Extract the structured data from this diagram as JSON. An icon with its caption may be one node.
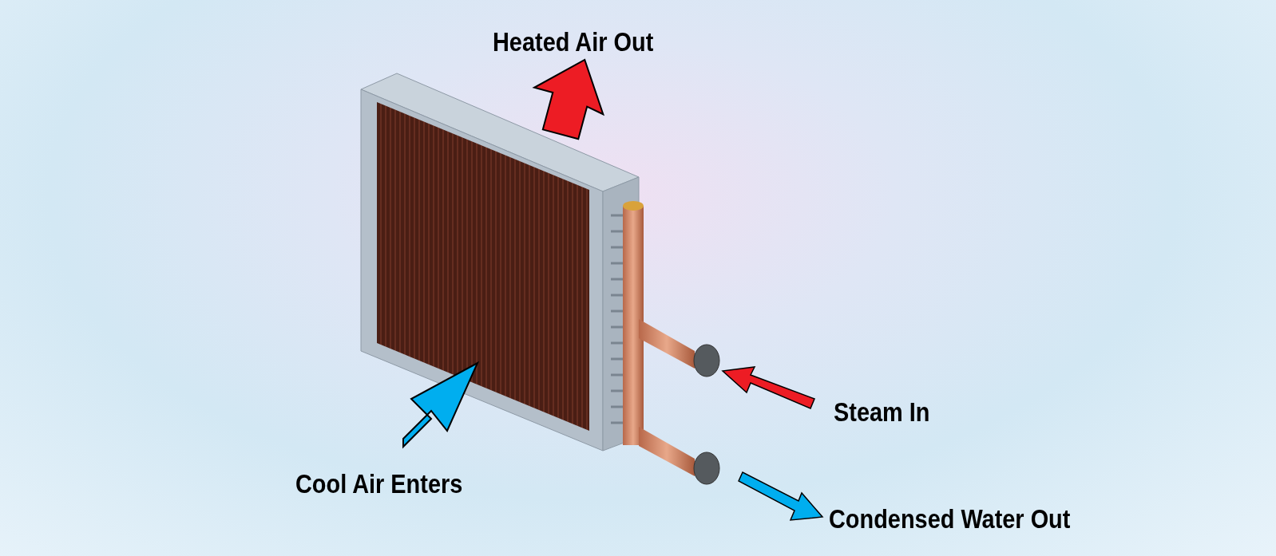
{
  "diagram": {
    "labels": [
      "Heated Air Out",
      "Steam In",
      "Cool Air Enters",
      "Condensed Water Out"
    ]
  }
}
